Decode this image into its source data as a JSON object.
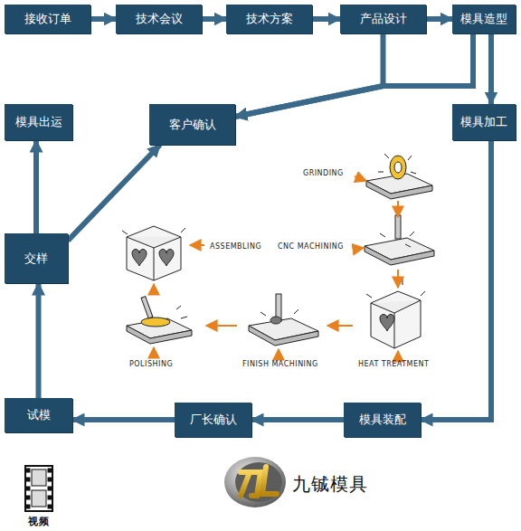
{
  "diagram": {
    "nodes": [
      {
        "text": [
          "接收订单"
        ]
      },
      {
        "text": [
          "技术会议"
        ]
      },
      {
        "text": [
          "技术方案"
        ]
      },
      {
        "text": [
          "产品设计"
        ]
      },
      {
        "text": [
          "模具造型"
        ]
      },
      {
        "text": [
          "客户确认"
        ]
      },
      {
        "text": [
          "模具加工"
        ]
      },
      {
        "text": [
          "模具出运"
        ]
      },
      {
        "text": [
          "交样"
        ]
      },
      {
        "text": [
          "模具装配"
        ]
      },
      {
        "text": [
          "厂长确认"
        ]
      },
      {
        "text": [
          "试模"
        ]
      }
    ],
    "edges": [
      {
        "from": 0,
        "to": 1,
        "arrow": "to"
      },
      {
        "from": 1,
        "to": 2,
        "arrow": "to"
      },
      {
        "from": 2,
        "to": 3,
        "arrow": "to"
      },
      {
        "from": 3,
        "to": 4,
        "arrow": "to"
      },
      {
        "from": 3,
        "to": 5,
        "arrow": "to"
      },
      {
        "from": 4,
        "to": 5,
        "arrow": "to"
      },
      {
        "from": 4,
        "to": 6,
        "arrow": "to"
      },
      {
        "from": 6,
        "to": 9,
        "arrow": "to"
      },
      {
        "from": 9,
        "to": 10,
        "arrow": "to"
      },
      {
        "from": 10,
        "to": 11,
        "arrow": "to"
      },
      {
        "from": 11,
        "to": 8,
        "arrow": "to"
      },
      {
        "from": 8,
        "to": 7,
        "arrow": "to"
      },
      {
        "from": 8,
        "to": 5,
        "arrow": "to"
      }
    ],
    "labels": [
      "GRINDING",
      "CNC MACHINING",
      "ASSEMBLING",
      "HEAT TREATMENT",
      "FINISH MACHINING",
      "POLISHING",
      "九铖模具",
      "视频"
    ]
  }
}
